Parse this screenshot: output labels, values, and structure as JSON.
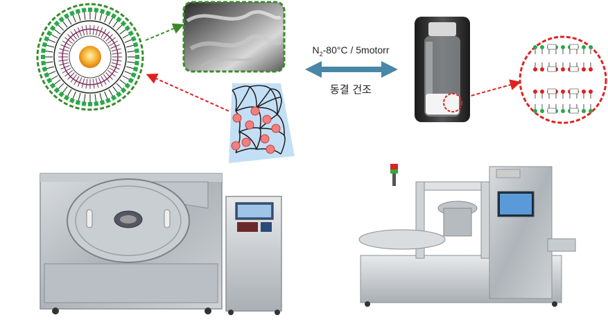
{
  "process": {
    "condition_prefix": "N",
    "condition_sub": "2",
    "condition_rest": "-80°C / 5motorr",
    "method": "동결 건조"
  },
  "colors": {
    "arrow": "#4a86a6",
    "dashed_red": "#e02020",
    "dashed_green": "#3a8a2a",
    "lipid_green": "#2aa84a",
    "core_orange": "#f0a020"
  }
}
